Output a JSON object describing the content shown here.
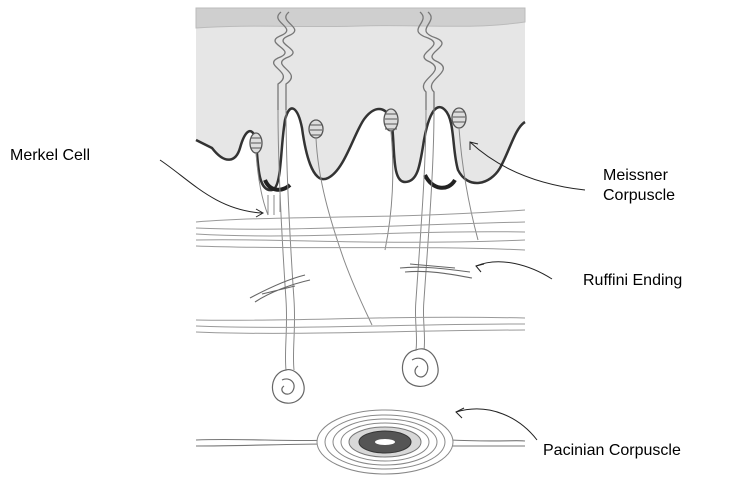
{
  "labels": {
    "merkel": "Merkel Cell",
    "meissner_line1": "Meissner",
    "meissner_line2": "Corpuscle",
    "ruffini": "Ruffini Ending",
    "pacinian": "Pacinian Corpuscle"
  },
  "colors": {
    "epidermis": "#e6e6e6",
    "skin_surface": "#cfcfcf",
    "basement_line": "#333333",
    "fiber": "#888888",
    "capsule_dark": "#555555"
  }
}
